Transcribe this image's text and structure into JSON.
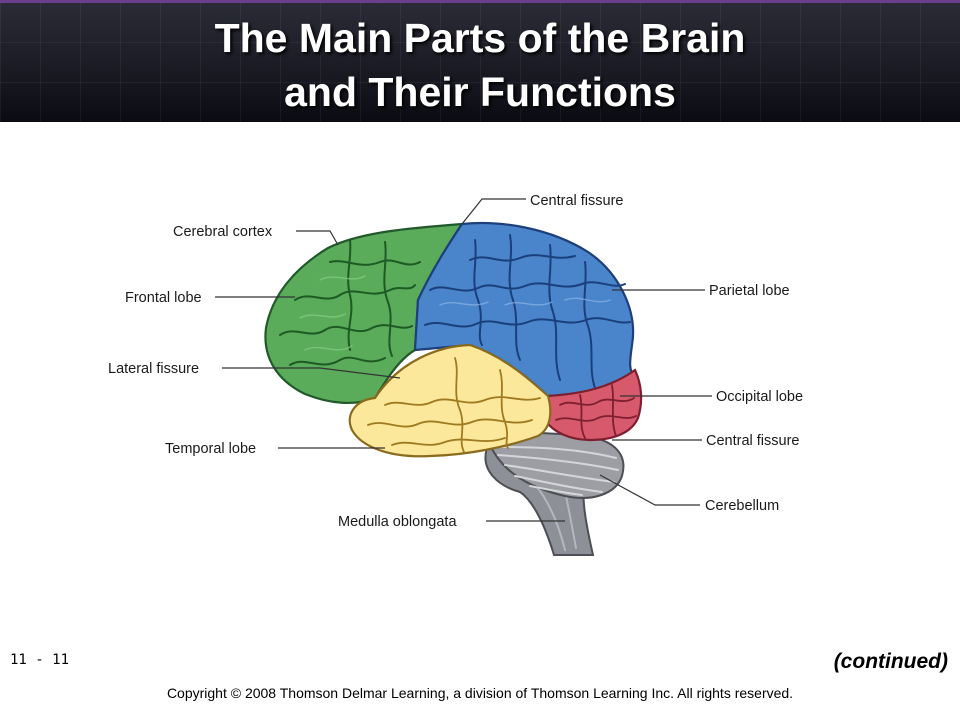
{
  "slide": {
    "title_line1": "The Main Parts of the Brain",
    "title_line2": "and Their Functions",
    "slide_number": "11 - 11",
    "continued": "(continued)",
    "copyright": "Copyright © 2008 Thomson Delmar Learning, a division of Thomson Learning Inc. All rights reserved."
  },
  "diagram": {
    "labels": {
      "cerebral_cortex": "Cerebral cortex",
      "frontal_lobe": "Frontal lobe",
      "lateral_fissure": "Lateral fissure",
      "temporal_lobe": "Temporal lobe",
      "medulla_oblongata": "Medulla oblongata",
      "central_fissure_top": "Central fissure",
      "parietal_lobe": "Parietal lobe",
      "occipital_lobe": "Occipital lobe",
      "central_fissure_lower": "Central fissure",
      "cerebellum": "Cerebellum"
    },
    "colors": {
      "frontal": "#5aab5a",
      "parietal": "#4a85cc",
      "temporal": "#fbe89a",
      "occipital": "#d65a6c",
      "cerebellum": "#9c9ea3",
      "brainstem": "#8d9096",
      "title_bar": "#1a1b24"
    }
  }
}
